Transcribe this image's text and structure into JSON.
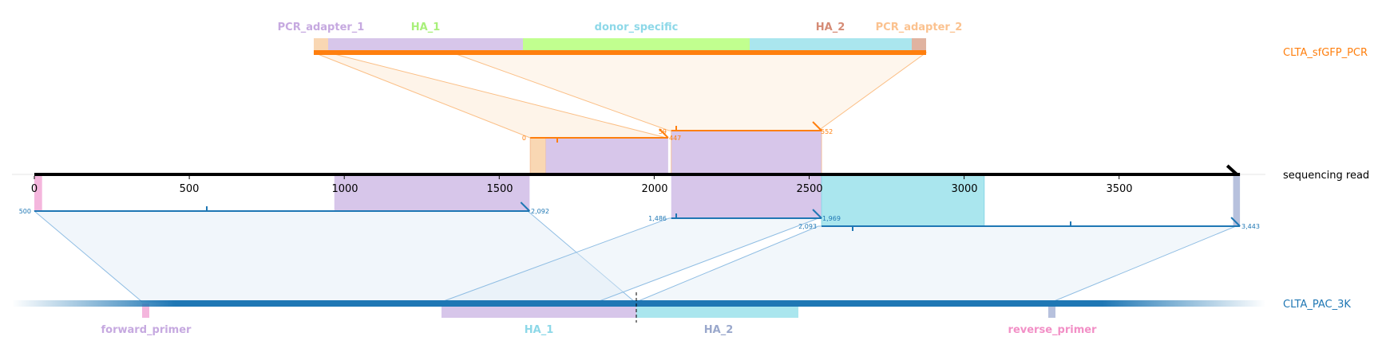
{
  "colors": {
    "pcr": "#ff7f0e",
    "read": "#000000",
    "ref": "#1f77b4",
    "adapter1": "#f9d7b3",
    "adapter2": "#e0b3a0",
    "ha1": "#d7c6ea",
    "ha2": "#aae6ee",
    "donor": "#c1ff8f",
    "forward_primer": "#f4b6dd",
    "reverse_primer": "#b7c1dd",
    "pcr_label_adapter1": "#fbc28f",
    "pcr_label_ha1": "#c6a9e0",
    "pcr_label_donor": "#a8f07a",
    "pcr_label_ha2": "#8dd8e8",
    "pcr_label_adapter2": "#d58b75",
    "ref_label_fp": "#f28fc6",
    "ref_label_ha1": "#c6a9e0",
    "ref_label_ha2": "#8dd8e8",
    "ref_label_rp": "#9aa8cc"
  },
  "tracks": {
    "pcr": {
      "name": "CLTA_sfGFP_PCR"
    },
    "read": {
      "name": "sequencing read",
      "length": 3900
    },
    "ref": {
      "name": "CLTA_PAC_3K"
    }
  },
  "axis": {
    "ticks": [
      0,
      500,
      1000,
      1500,
      2000,
      2500,
      3000,
      3500
    ],
    "tick_labels": [
      "0",
      "500",
      "1000",
      "1500",
      "2000",
      "2500",
      "3000",
      "3500"
    ]
  },
  "pcr_features": [
    {
      "label": "PCR_adapter_1",
      "color_key": "adapter1",
      "label_color_key": "pcr_label_adapter1"
    },
    {
      "label": "HA_1",
      "color_key": "ha1",
      "label_color_key": "pcr_label_ha1"
    },
    {
      "label": "donor_specific",
      "color_key": "donor",
      "label_color_key": "pcr_label_donor"
    },
    {
      "label": "HA_2",
      "color_key": "ha2",
      "label_color_key": "pcr_label_ha2"
    },
    {
      "label": "PCR_adapter_2",
      "color_key": "adapter2",
      "label_color_key": "pcr_label_adapter2"
    }
  ],
  "ref_features": [
    {
      "label": "forward_primer",
      "color_key": "forward_primer",
      "label_color_key": "ref_label_fp"
    },
    {
      "label": "HA_1",
      "color_key": "ha1",
      "label_color_key": "ref_label_ha1"
    },
    {
      "label": "HA_2",
      "color_key": "ha2",
      "label_color_key": "ref_label_ha2"
    },
    {
      "label": "reverse_primer",
      "color_key": "reverse_primer",
      "label_color_key": "ref_label_rp"
    }
  ],
  "pcr_alignments": [
    {
      "start_label": "0",
      "end_label": "447",
      "read_start": 1600,
      "read_end": 2045
    },
    {
      "start_label": "59",
      "end_label": "552",
      "read_start": 2055,
      "read_end": 2540
    }
  ],
  "ref_alignments": [
    {
      "start_label": "500",
      "end_label": "2,092",
      "read_start": 0,
      "read_end": 1598
    },
    {
      "start_label": "1,486",
      "end_label": "1,969",
      "read_start": 2055,
      "read_end": 2540
    },
    {
      "start_label": "2,093",
      "end_label": "3,443",
      "read_start": 2540,
      "read_end": 3890
    }
  ]
}
